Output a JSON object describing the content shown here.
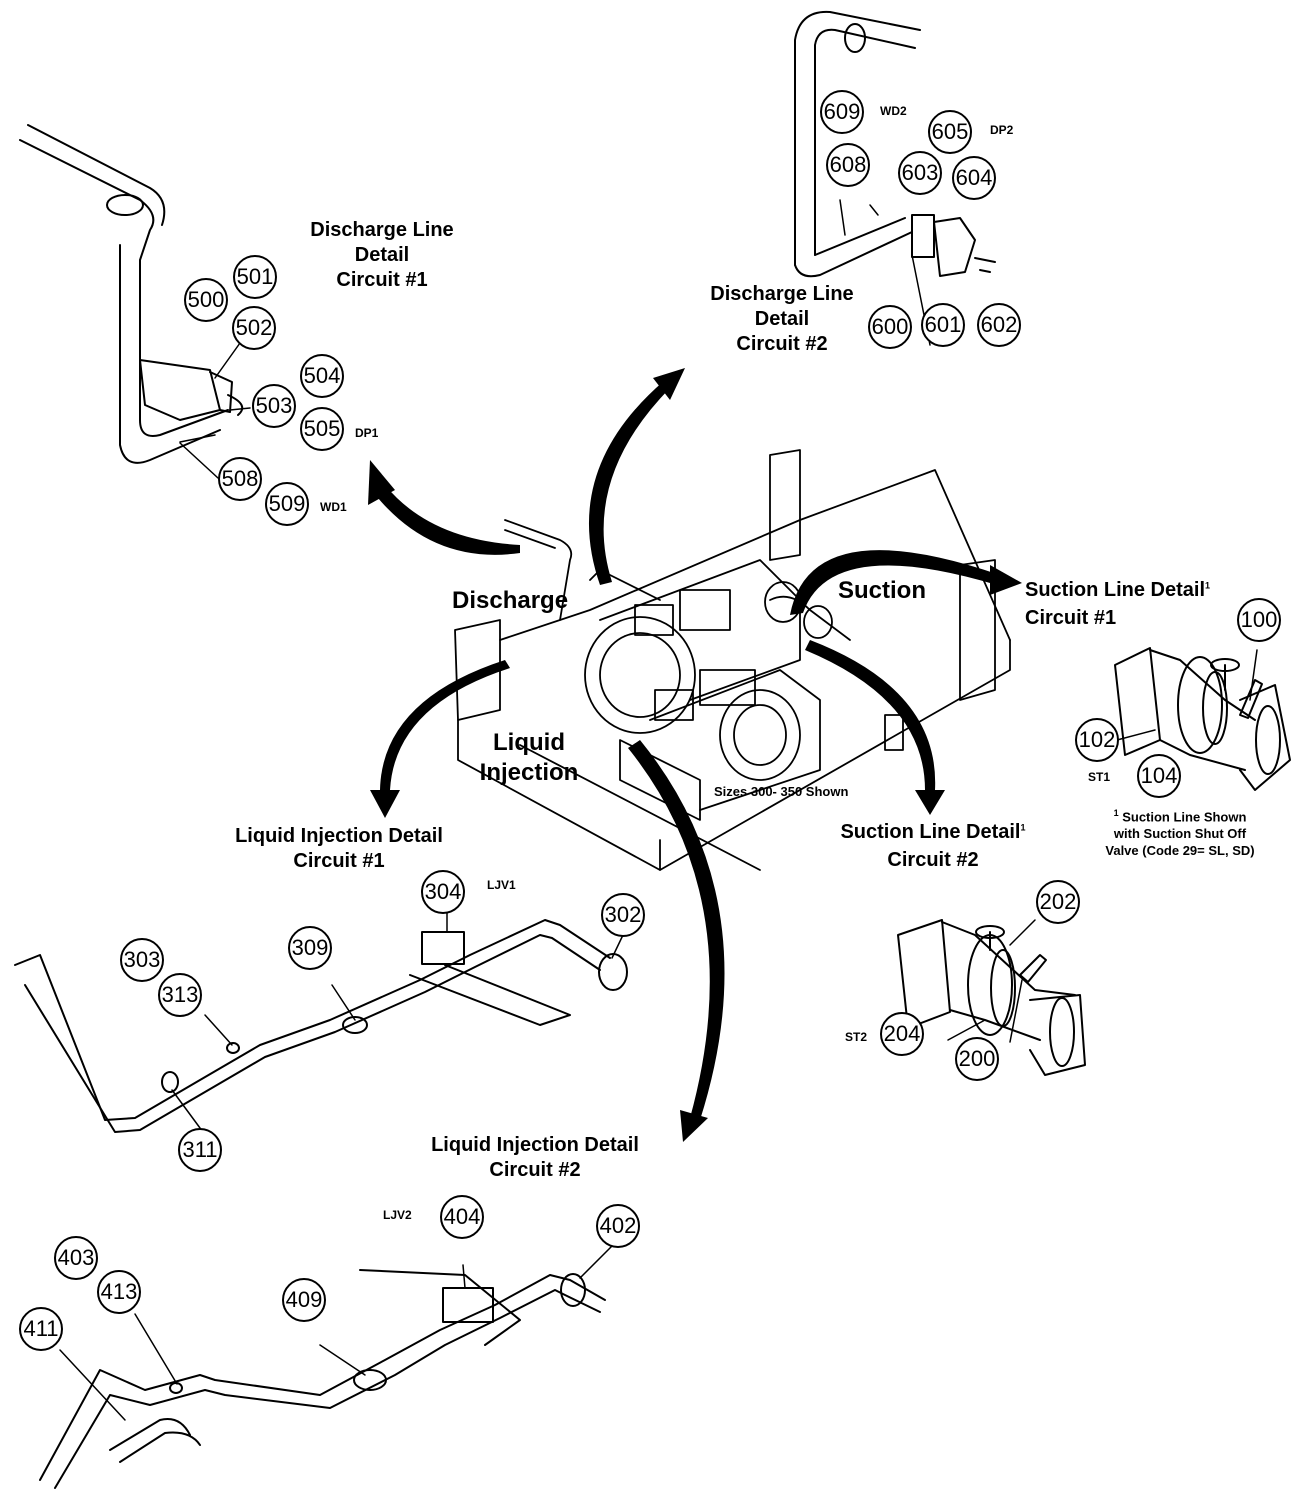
{
  "labels": {
    "discharge_line_1": "Discharge Line\nDetail\nCircuit #1",
    "discharge_line_2": "Discharge Line\nDetail\nCircuit #2",
    "suction_line_1_title": "Suction Line Detail",
    "suction_line_1_circuit": "Circuit #1",
    "suction_line_2_title": "Suction Line Detail",
    "suction_line_2_circuit": "Circuit #2",
    "liquid_injection_1": "Liquid Injection Detail\nCircuit #1",
    "liquid_injection_2": "Liquid Injection Detail\nCircuit #2",
    "discharge": "Discharge",
    "suction": "Suction",
    "liquid_injection": "Liquid\nInjection",
    "sizes_note": "Sizes 300- 350 Shown",
    "footnote_mark": "1",
    "suction_note": "Suction Line Shown\nwith Suction Shut Off\nValve (Code 29= SL, SD)"
  },
  "tags": {
    "wd2": "WD2",
    "dp2": "DP2",
    "dp1": "DP1",
    "wd1": "WD1",
    "st1": "ST1",
    "st2": "ST2",
    "ljv1": "LJV1",
    "ljv2": "LJV2"
  },
  "callouts": {
    "c609": "609",
    "c605": "605",
    "c608": "608",
    "c603": "603",
    "c604": "604",
    "c600": "600",
    "c601": "601",
    "c602": "602",
    "c500": "500",
    "c501": "501",
    "c502": "502",
    "c503": "503",
    "c504": "504",
    "c505": "505",
    "c508": "508",
    "c509": "509",
    "c100": "100",
    "c102": "102",
    "c104": "104",
    "c200": "200",
    "c202": "202",
    "c204": "204",
    "c302": "302",
    "c303": "303",
    "c304": "304",
    "c309": "309",
    "c311": "311",
    "c313": "313",
    "c402": "402",
    "c403": "403",
    "c404": "404",
    "c409": "409",
    "c411": "411",
    "c413": "413"
  }
}
